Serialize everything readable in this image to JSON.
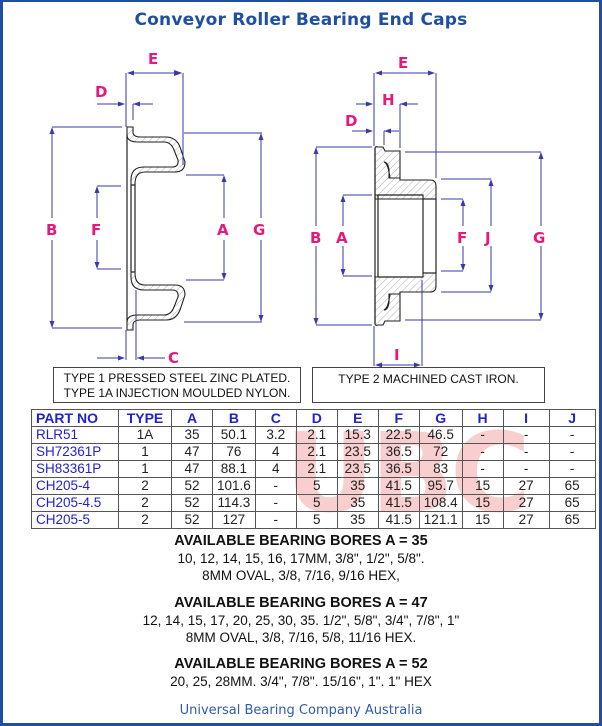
{
  "title": "Conveyor Roller Bearing End Caps",
  "diagrams": {
    "type1": {
      "labels": [
        "E",
        "D",
        "B",
        "F",
        "A",
        "G",
        "C"
      ]
    },
    "type2": {
      "labels": [
        "E",
        "H",
        "D",
        "B",
        "A",
        "F",
        "J",
        "G",
        "I"
      ]
    }
  },
  "notes": {
    "type1_line1": "TYPE 1 PRESSED STEEL ZINC PLATED.",
    "type1_line2": "TYPE 1A  INJECTION MOULDED NYLON.",
    "type2_line1": "TYPE 2  MACHINED CAST IRON."
  },
  "table": {
    "headers": [
      "PART NO",
      "TYPE",
      "A",
      "B",
      "C",
      "D",
      "E",
      "F",
      "G",
      "H",
      "I",
      "J"
    ],
    "rows": [
      [
        "RLR51",
        "1A",
        "35",
        "50.1",
        "3.2",
        "2.1",
        "15.3",
        "22.5",
        "46.5",
        "-",
        "-",
        "-"
      ],
      [
        "SH72361P",
        "1",
        "47",
        "76",
        "4",
        "2.1",
        "23.5",
        "36.5",
        "72",
        "-",
        "-",
        "-"
      ],
      [
        "SH83361P",
        "1",
        "47",
        "88.1",
        "4",
        "2.1",
        "23.5",
        "36.5",
        "83",
        "-",
        "-",
        "-"
      ],
      [
        "CH205-4",
        "2",
        "52",
        "101.6",
        "-",
        "5",
        "35",
        "41.5",
        "95.7",
        "15",
        "27",
        "65"
      ],
      [
        "CH205-4.5",
        "2",
        "52",
        "114.3",
        "-",
        "5",
        "35",
        "41.5",
        "108.4",
        "15",
        "27",
        "65"
      ],
      [
        "CH205-5",
        "2",
        "52",
        "127",
        "-",
        "5",
        "35",
        "41.5",
        "121.1",
        "15",
        "27",
        "65"
      ]
    ]
  },
  "watermark": "UBC",
  "bores": [
    {
      "heading": "AVAILABLE BEARING BORES A = 35",
      "line1": "10, 12, 14, 15, 16, 17MM, 3/8\", 1/2\", 5/8\".",
      "line2": "8MM OVAL, 3/8, 7/16, 9/16 HEX,"
    },
    {
      "heading": "AVAILABLE BEARING BORES A = 47",
      "line1": "12, 14, 15, 17, 20, 25, 30, 35. 1/2\", 5/8\", 3/4\", 7/8\", 1\"",
      "line2": "8MM OVAL, 3/8, 7/16, 5/8, 11/16 HEX."
    },
    {
      "heading": "AVAILABLE BEARING BORES A = 52",
      "line1": "20, 25, 28MM.  3/4\", 7/8\". 15/16\", 1\".  1\" HEX"
    }
  ],
  "footer": "Universal Bearing Company Australia",
  "colors": {
    "frame": "#1f4fa0",
    "title": "#1f4fa0",
    "dim_label": "#e6187a",
    "dim_line": "#3a3aa8",
    "part_no": "#2222cc"
  }
}
